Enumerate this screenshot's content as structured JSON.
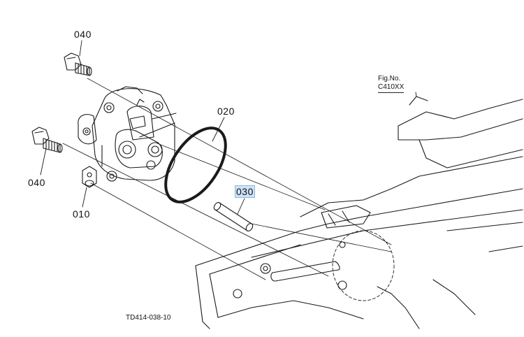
{
  "callouts": {
    "p040_top": "040",
    "p040_left": "040",
    "p020": "020",
    "p030": "030",
    "p010": "010"
  },
  "fig": {
    "title": "Fig.No.",
    "number": "C410XX"
  },
  "drawing_code": "TD414-038-10",
  "colors": {
    "line": "#1a1a1a",
    "highlight": "#cfe3f7"
  }
}
